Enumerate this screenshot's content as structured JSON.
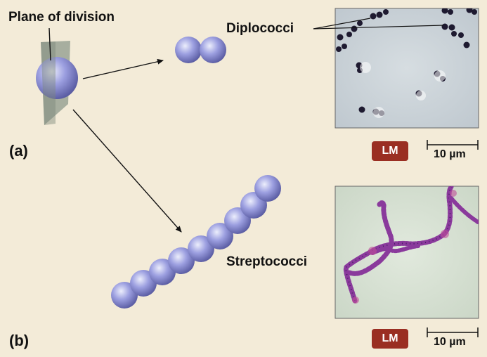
{
  "labels": {
    "plane_of_division": "Plane of division",
    "diplococci": "Diplococci",
    "streptococci": "Streptococci",
    "panel_a": "(a)",
    "panel_b": "(b)"
  },
  "micrographs": {
    "a": {
      "badge": "LM",
      "scale": "10 µm"
    },
    "b": {
      "badge": "LM",
      "scale": "10 µm"
    }
  },
  "colors": {
    "background": "#f3ebd8",
    "coccus": "#7d7fc9",
    "badge": "#9a2e22",
    "diplococci_micrograph": "#c9d2d8",
    "streptococci_micrograph": "#d8e2d4",
    "stain_dark": "#2a2040",
    "stain_purple": "#7a2a88"
  }
}
